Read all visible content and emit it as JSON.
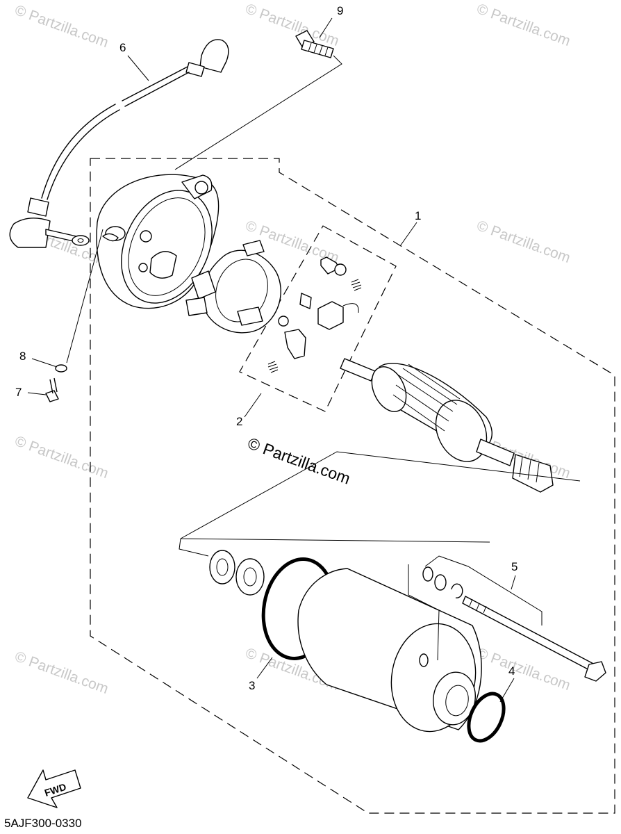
{
  "diagram": {
    "callouts": {
      "c1": "1",
      "c2": "2",
      "c3": "3",
      "c4": "4",
      "c5": "5",
      "c6": "6",
      "c7": "7",
      "c8": "8",
      "c9": "9"
    },
    "fwd_label": "FWD",
    "drawing_code": "5AJF300-0330",
    "watermark_main": "© Partzilla.com",
    "watermark_faint": "© Partzilla.com"
  }
}
